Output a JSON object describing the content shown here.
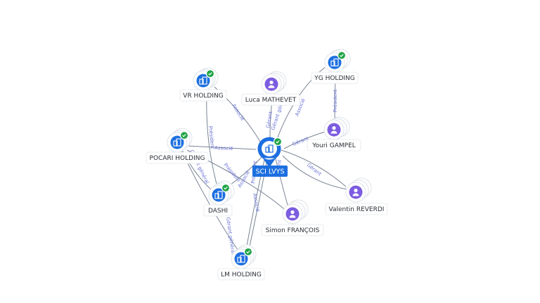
{
  "center": {
    "label": "SCI LVYS",
    "icon": "building-icon",
    "verified": true
  },
  "nodes": [
    {
      "id": "vr",
      "label": "VR HOLDING",
      "kind": "company",
      "icon": "building-icon",
      "verified": true
    },
    {
      "id": "luca",
      "label": "Luca MATHEVET",
      "kind": "person",
      "icon": "person-icon",
      "verified": false
    },
    {
      "id": "yg",
      "label": "YG HOLDING",
      "kind": "company",
      "icon": "building-icon",
      "verified": true
    },
    {
      "id": "youri",
      "label": "Youri GAMPEL",
      "kind": "person",
      "icon": "person-icon",
      "verified": false
    },
    {
      "id": "pocari",
      "label": "POCARI HOLDING",
      "kind": "company",
      "icon": "building-icon",
      "verified": true
    },
    {
      "id": "dashi",
      "label": "DASHI",
      "kind": "company",
      "icon": "building-icon",
      "verified": true
    },
    {
      "id": "valentin",
      "label": "Valentin REVERDI",
      "kind": "person",
      "icon": "person-icon",
      "verified": false
    },
    {
      "id": "simon",
      "label": "Simon FRANÇOIS",
      "kind": "person",
      "icon": "person-icon",
      "verified": false
    },
    {
      "id": "lm",
      "label": "LM HOLDING",
      "kind": "company",
      "icon": "building-icon",
      "verified": true
    }
  ],
  "edge_labels": {
    "associe": "Associé",
    "gerant": "Gérant",
    "president": "Président",
    "gerant_general": "Gérant général",
    "co_gerant_general": "Co-gérant général",
    "president_directeur": "Président directeur général"
  },
  "colors": {
    "company": "#1d6fe0",
    "person": "#7c5ce0",
    "verified": "#22a447",
    "edge": "#7a8596",
    "edge_label": "#6b74d6"
  }
}
